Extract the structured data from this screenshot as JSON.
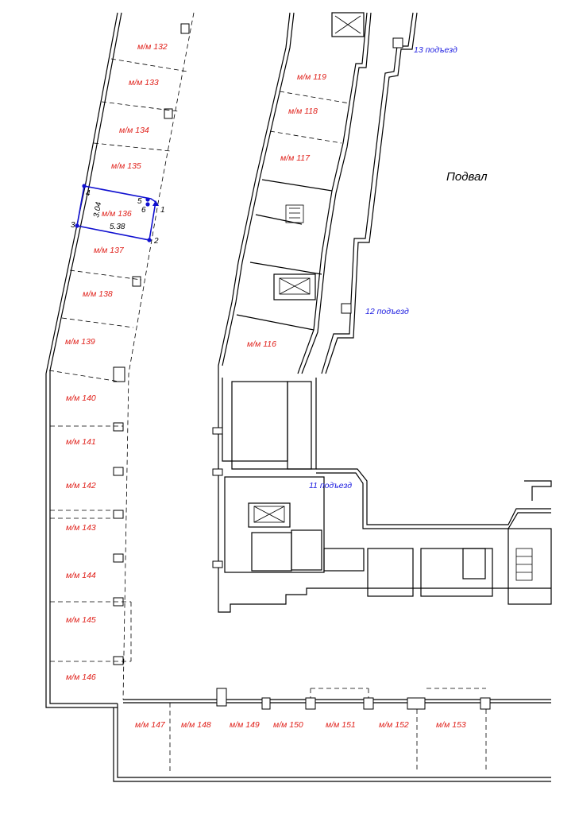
{
  "plan": {
    "floor_label": "Подвал",
    "entrances": [
      {
        "id": "e13",
        "label": "13 подъезд"
      },
      {
        "id": "e12",
        "label": "12 подъезд"
      },
      {
        "id": "e11",
        "label": "11 подъезд"
      }
    ],
    "spaces": [
      {
        "id": "s132",
        "label": "м/м 132"
      },
      {
        "id": "s133",
        "label": "м/м 133"
      },
      {
        "id": "s134",
        "label": "м/м 134"
      },
      {
        "id": "s135",
        "label": "м/м 135"
      },
      {
        "id": "s136",
        "label": "м/м 136"
      },
      {
        "id": "s137",
        "label": "м/м 137"
      },
      {
        "id": "s138",
        "label": "м/м 138"
      },
      {
        "id": "s139",
        "label": "м/м 139"
      },
      {
        "id": "s140",
        "label": "м/м 140"
      },
      {
        "id": "s141",
        "label": "м/м 141"
      },
      {
        "id": "s142",
        "label": "м/м 142"
      },
      {
        "id": "s143",
        "label": "м/м 143"
      },
      {
        "id": "s144",
        "label": "м/м 144"
      },
      {
        "id": "s145",
        "label": "м/м 145"
      },
      {
        "id": "s146",
        "label": "м/м 146"
      },
      {
        "id": "s147",
        "label": "м/м 147"
      },
      {
        "id": "s148",
        "label": "м/м 148"
      },
      {
        "id": "s149",
        "label": "м/м 149"
      },
      {
        "id": "s150",
        "label": "м/м 150"
      },
      {
        "id": "s151",
        "label": "м/м 151"
      },
      {
        "id": "s152",
        "label": "м/м 152"
      },
      {
        "id": "s153",
        "label": "м/м 153"
      },
      {
        "id": "s119",
        "label": "м/м 119"
      },
      {
        "id": "s118",
        "label": "м/м 118"
      },
      {
        "id": "s117",
        "label": "м/м 117"
      },
      {
        "id": "s116",
        "label": "м/м 116"
      }
    ],
    "selected_space": {
      "label": "м/м 136",
      "dimension_width": "5.38",
      "dimension_height": "3.04",
      "vertex_labels": [
        "1",
        "2",
        "3",
        "4",
        "5",
        "6"
      ]
    },
    "colors": {
      "space_label": "#e0201a",
      "entrance_label": "#1a1ae0",
      "selection": "#1010d0",
      "walls": "#000000"
    }
  }
}
